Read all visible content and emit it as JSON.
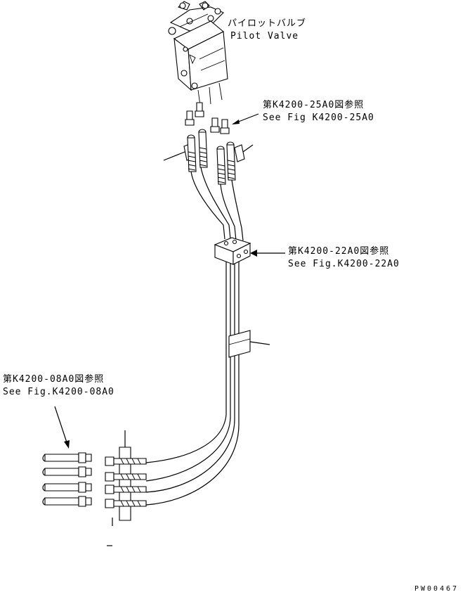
{
  "labels": {
    "pilot_valve_jp": "パイロットバルブ",
    "pilot_valve_en": "Pilot Valve",
    "ref_25a0_jp": "第K4200-25A0図参照",
    "ref_25a0_en": "See Fig K4200-25A0",
    "ref_22a0_jp": "第K4200-22A0図参照",
    "ref_22a0_en": "See Fig.K4200-22A0",
    "ref_08a0_jp": "第K4200-08A0図参照",
    "ref_08a0_en": "See Fig.K4200-08A0",
    "drawing_number": "PW00467"
  }
}
